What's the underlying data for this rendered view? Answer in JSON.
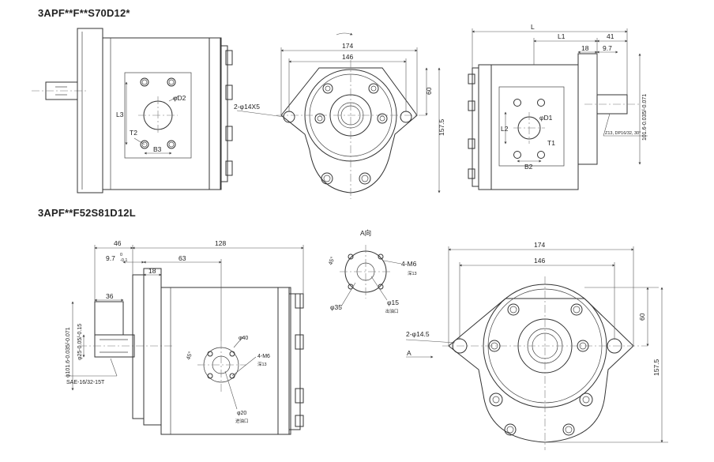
{
  "titles": {
    "top": "3APF**F**S70D12*",
    "bottom": "3APF**F52S81D12L"
  },
  "top_view1": {
    "phi_d2": "φD2",
    "l3": "L3",
    "t2": "T2",
    "b3": "B3"
  },
  "top_view2": {
    "dim_174": "174",
    "dim_146": "146",
    "dim_60": "60",
    "dim_157_5": "157.5",
    "holes": "2-φ14X5"
  },
  "top_view3": {
    "l": "L",
    "l1": "L1",
    "dim_41": "41",
    "dim_18": "18",
    "dim_9_7": "9.7",
    "phi_d1": "φD1",
    "l2": "L2",
    "t1": "T1",
    "b2": "B2",
    "pilot": "101.6-0.035/-0.071",
    "spline": "Z13, DP16/32, 30°"
  },
  "bottom_view1": {
    "dim_46": "46",
    "dim_128": "128",
    "dim_9_7": "9.7",
    "tol_9_7_upper": "0",
    "tol_9_7_lower": "-0.1",
    "dim_63": "63",
    "dim_18": "18",
    "dim_36": "36",
    "pilot": "φ101.6-0.035/-0.071",
    "shaft": "φ25-0.05/-0.15",
    "spline": "SAE-16/32-15T",
    "phi40": "φ40",
    "angle": "45°",
    "thread": "4-M6",
    "depth": "深13",
    "phi20": "φ20",
    "port": "进油口"
  },
  "bottom_view2": {
    "title": "A向",
    "angle": "45°",
    "thread": "4-M6",
    "depth": "深13",
    "phi35": "φ35",
    "phi15": "φ15",
    "port": "出油口"
  },
  "bottom_view3": {
    "dim_174": "174",
    "dim_146": "146",
    "dim_60": "60",
    "dim_157_5": "157.5",
    "holes": "2-φ14.5",
    "arrow": "A"
  }
}
